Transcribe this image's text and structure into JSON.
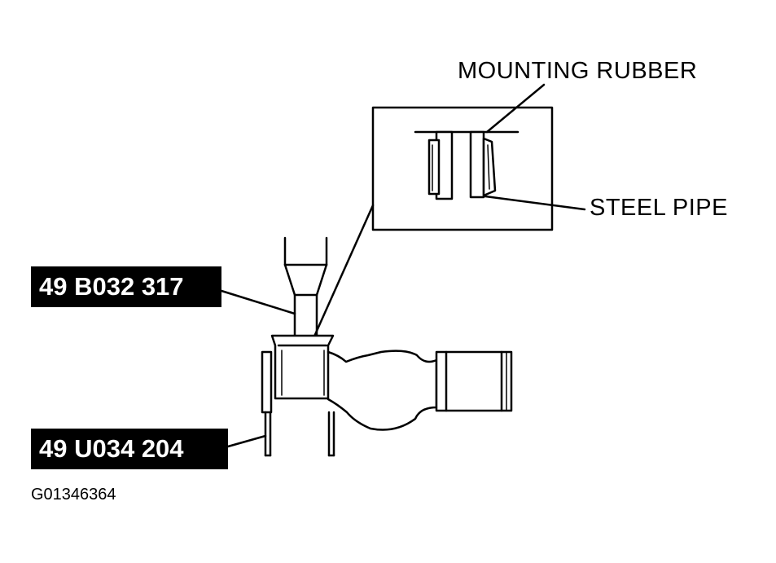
{
  "labels": {
    "mounting_rubber": "MOUNTING RUBBER",
    "steel_pipe": "STEEL PIPE"
  },
  "tools": {
    "upper": "49 B032 317",
    "lower": "49 U034 204"
  },
  "figure_code": "G01346364"
}
